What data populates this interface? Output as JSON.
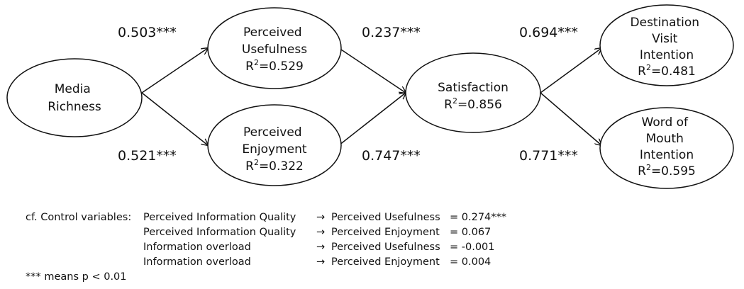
{
  "nodes": {
    "media_richness": {
      "lines": [
        "Media",
        "Richness"
      ]
    },
    "perceived_usefulness": {
      "lines": [
        "Perceived",
        "Usefulness"
      ],
      "r2": "=0.529"
    },
    "perceived_enjoyment": {
      "lines": [
        "Perceived",
        "Enjoyment"
      ],
      "r2": "=0.322"
    },
    "satisfaction": {
      "lines": [
        "Satisfaction"
      ],
      "r2": "=0.856"
    },
    "destination_visit_intention": {
      "lines": [
        "Destination",
        "Visit",
        "Intention"
      ],
      "r2": "=0.481"
    },
    "word_of_mouth_intention": {
      "lines": [
        "Word of",
        "Mouth",
        "Intention"
      ],
      "r2": "=0.595"
    }
  },
  "r2_symbol": "R",
  "r2_superscript": "2",
  "paths": {
    "mr_pu": "0.503***",
    "mr_pe": "0.521***",
    "pu_sat": "0.237***",
    "pe_sat": "0.747***",
    "sat_dvi": "0.694***",
    "sat_wom": "0.771***"
  },
  "controls": {
    "prefix": "cf. Control variables:",
    "arrow": "→",
    "rows": [
      {
        "from": "Perceived Information Quality",
        "to": "Perceived Usefulness",
        "value": "= 0.274***"
      },
      {
        "from": "Perceived Information Quality",
        "to": "Perceived Enjoyment",
        "value": "= 0.067"
      },
      {
        "from": "Information overload",
        "to": "Perceived Usefulness",
        "value": "= -0.001"
      },
      {
        "from": "Information overload",
        "to": "Perceived Enjoyment",
        "value": "= 0.004"
      }
    ]
  },
  "footnote": "*** means p < 0.01"
}
